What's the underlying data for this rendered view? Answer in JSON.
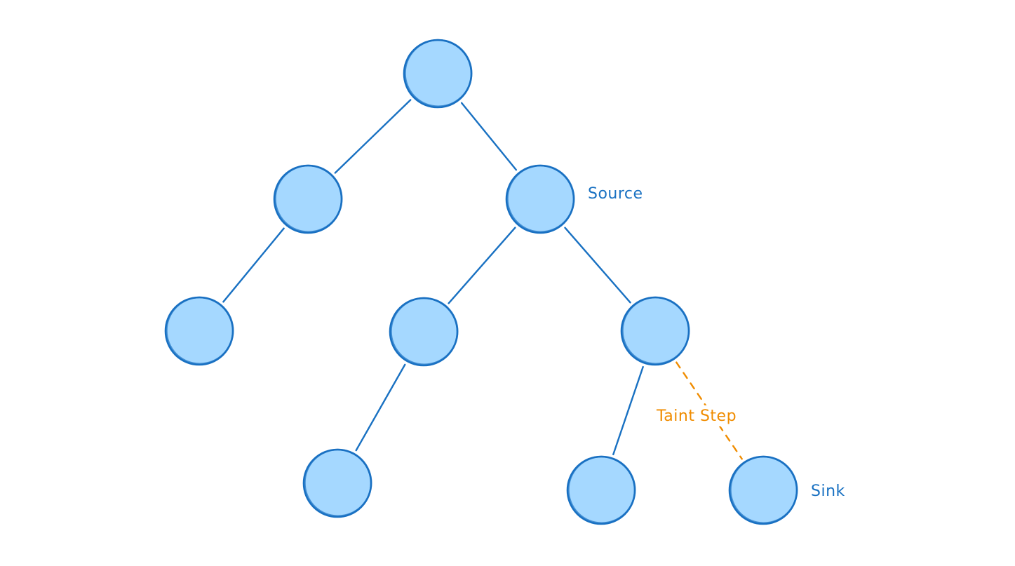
{
  "diagram": {
    "title": "",
    "colors": {
      "node_fill": "#a5d8ff",
      "node_stroke": "#1971c2",
      "edge": "#1971c2",
      "taint_edge": "#f08c00",
      "label_blue": "#1971c2",
      "label_orange": "#f08c00"
    },
    "nodes": [
      {
        "id": "root"
      },
      {
        "id": "l1-left"
      },
      {
        "id": "l1-right",
        "label": "Source"
      },
      {
        "id": "l2-left-left"
      },
      {
        "id": "l2-right-left"
      },
      {
        "id": "l2-right-right"
      },
      {
        "id": "l3-left"
      },
      {
        "id": "l3-middle"
      },
      {
        "id": "l3-right",
        "label": "Sink"
      }
    ],
    "edges": [
      {
        "from": "root",
        "to": "l1-left",
        "style": "solid"
      },
      {
        "from": "root",
        "to": "l1-right",
        "style": "solid"
      },
      {
        "from": "l1-left",
        "to": "l2-left-left",
        "style": "solid"
      },
      {
        "from": "l1-right",
        "to": "l2-right-left",
        "style": "solid"
      },
      {
        "from": "l1-right",
        "to": "l2-right-right",
        "style": "solid"
      },
      {
        "from": "l2-right-left",
        "to": "l3-left",
        "style": "solid"
      },
      {
        "from": "l2-right-right",
        "to": "l3-middle",
        "style": "solid"
      },
      {
        "from": "l2-right-right",
        "to": "l3-right",
        "style": "dashed",
        "label": "Taint Step"
      }
    ]
  }
}
